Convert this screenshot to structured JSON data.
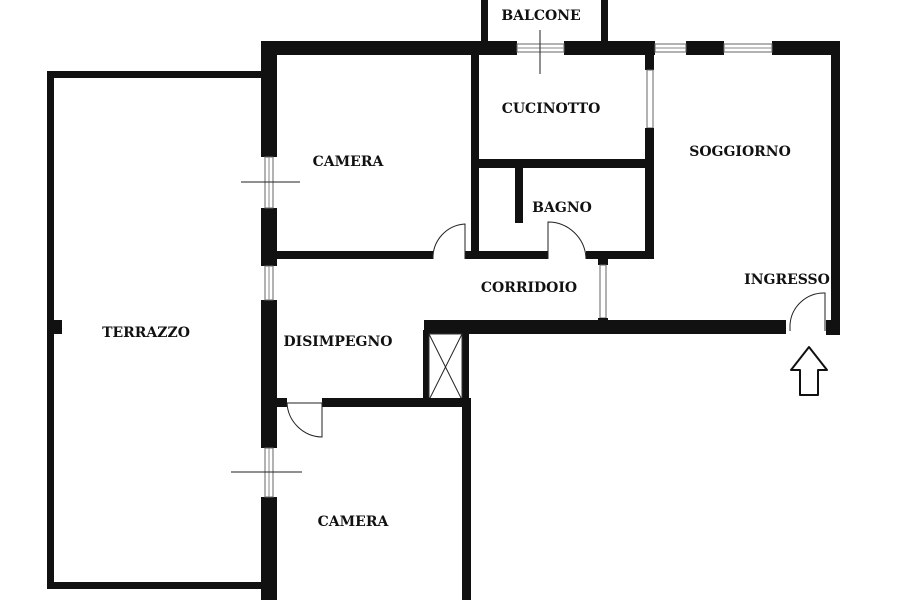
{
  "rooms": {
    "balcone": "BALCONE",
    "cucinotto": "CUCINOTTO",
    "camera_top": "CAMERA",
    "soggiorno": "SOGGIORNO",
    "bagno": "BAGNO",
    "ingresso": "INGRESSO",
    "corridoio": "CORRIDOIO",
    "terrazzo": "TERRAZZO",
    "disimpegno": "DISIMPEGNO",
    "camera_bottom": "CAMERA"
  },
  "icons": {
    "entrance": "arrow-up-icon"
  },
  "colors": {
    "wall": "#111111",
    "background": "#ffffff"
  }
}
